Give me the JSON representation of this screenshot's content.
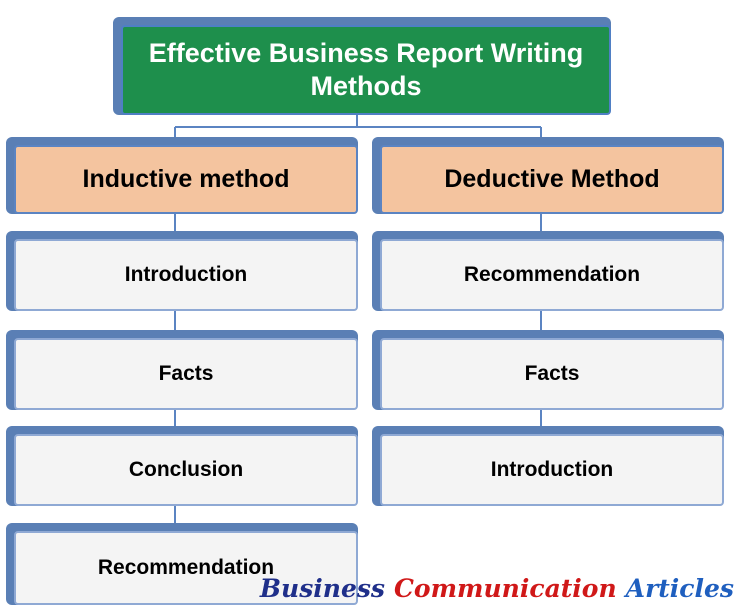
{
  "title": "Effective Business Report Writing Methods",
  "inductive": {
    "heading": "Inductive method",
    "steps": [
      "Introduction",
      "Facts",
      "Conclusion",
      "Recommendation"
    ]
  },
  "deductive": {
    "heading": "Deductive Method",
    "steps": [
      "Recommendation",
      "Facts",
      "Introduction"
    ]
  },
  "footer": {
    "word1": "Business",
    "word2": "Communication",
    "word3": "Articles"
  },
  "colors": {
    "title_fill": "#1e8f4c",
    "method_fill": "#f4c49f",
    "step_fill": "#f4f4f4",
    "shadow": "#5a7fb5",
    "connector": "#5b84c2",
    "footer_word1": "#1f2f8a",
    "footer_word2": "#d01818",
    "footer_word3": "#1f5fbf"
  }
}
